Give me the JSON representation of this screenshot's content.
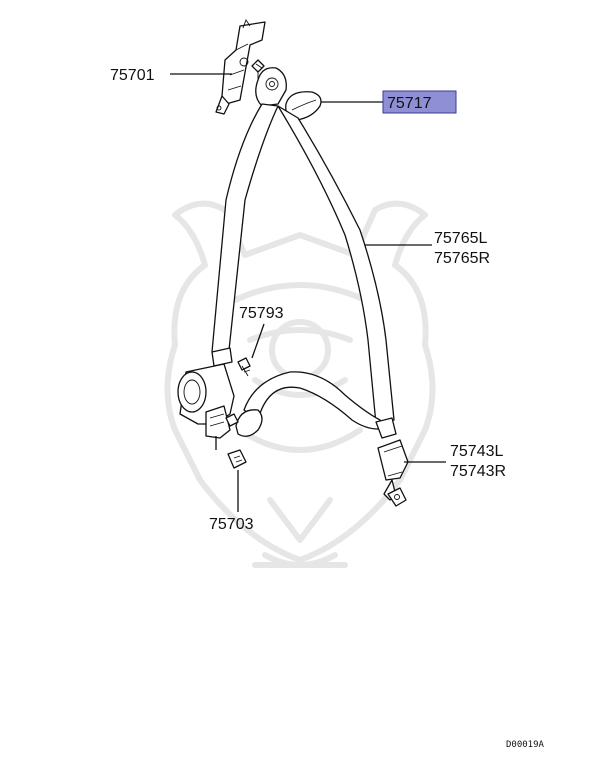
{
  "callouts": [
    {
      "id": "p75701",
      "lines": [
        "75701"
      ],
      "highlighted": false
    },
    {
      "id": "p75717",
      "lines": [
        "75717"
      ],
      "highlighted": true
    },
    {
      "id": "p75765",
      "lines": [
        "75765L",
        "75765R"
      ],
      "highlighted": false
    },
    {
      "id": "p75793",
      "lines": [
        "75793"
      ],
      "highlighted": false
    },
    {
      "id": "p75743",
      "lines": [
        "75743L",
        "75743R"
      ],
      "highlighted": false
    },
    {
      "id": "p75703",
      "lines": [
        "75703"
      ],
      "highlighted": false
    }
  ],
  "diagram_code": "D00019A",
  "colors": {
    "highlight_fill": "#8f8fd6",
    "highlight_border": "#3b3b9a",
    "ink": "#111111",
    "watermark": "#e6e6e6"
  }
}
